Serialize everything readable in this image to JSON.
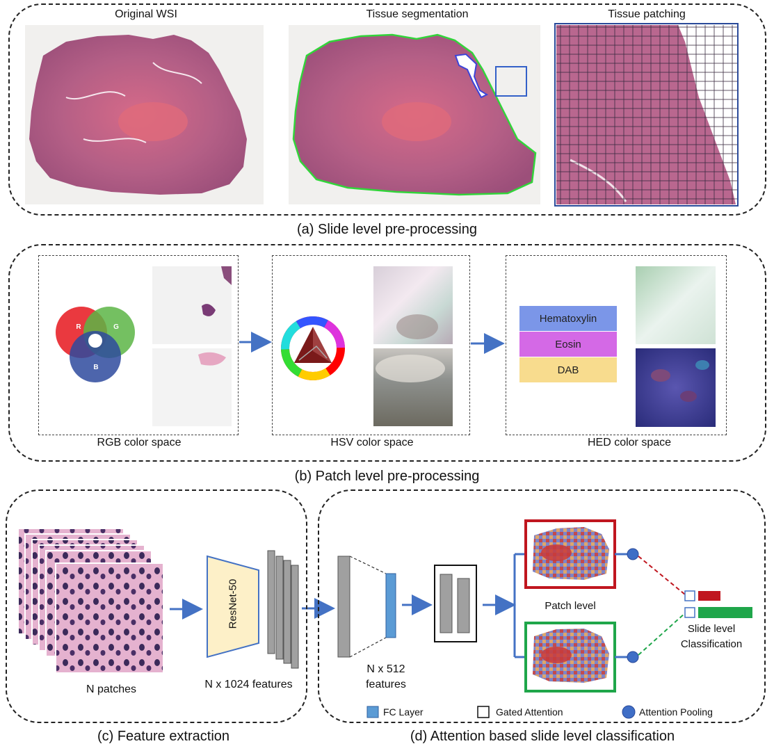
{
  "section_a": {
    "titles": {
      "original": "Original WSI",
      "segmentation": "Tissue segmentation",
      "patching": "Tissue patching"
    },
    "caption": "(a) Slide level pre-processing"
  },
  "section_b": {
    "rgb": {
      "r": "R",
      "g": "G",
      "b": "B",
      "label": "RGB color space"
    },
    "hsv": {
      "label": "HSV color space"
    },
    "hed": {
      "hematoxylin": "Hematoxylin",
      "eosin": "Eosin",
      "dab": "DAB",
      "label": "HED color space"
    },
    "caption": "(b) Patch level pre-processing"
  },
  "section_c": {
    "patches_label": "N patches",
    "resnet": "ResNet-50",
    "features_label": "N x 1024 features",
    "caption": "(c) Feature extraction"
  },
  "section_d": {
    "features_label_1": "N x 512",
    "features_label_2": "features",
    "patch_level": "Patch level",
    "slide_level_1": "Slide level",
    "slide_level_2": "Classification",
    "legend": {
      "fc": "FC Layer",
      "gated": "Gated Attention",
      "pooling": "Attention Pooling"
    },
    "caption": "(d) Attention based slide level classification"
  },
  "colors": {
    "tissue": "#b85a7e",
    "fc_blue": "#5b9bd5",
    "resnet_fill": "#fdf0c8",
    "hematoxylin": "#7b96e8",
    "eosin": "#d469e6",
    "dab": "#f8dc8e",
    "red_box": "#c0161f",
    "green_box": "#1fa64a",
    "arrow": "#4472c4"
  }
}
